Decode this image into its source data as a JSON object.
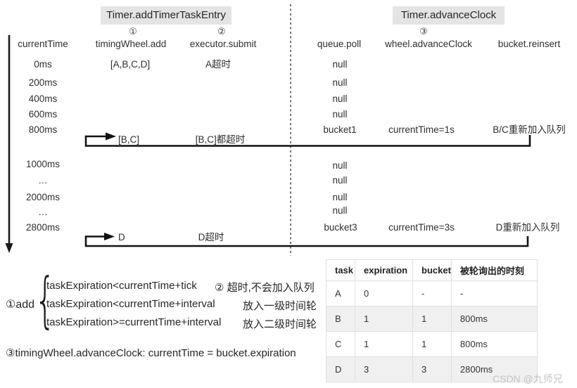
{
  "sections": {
    "add_timer_task_entry": {
      "title": "Timer.addTimerTaskEntry",
      "step1_badge": "①",
      "step2_badge": "②"
    },
    "advance_clock": {
      "title": "Timer.advanceClock",
      "step3_badge": "③"
    }
  },
  "columns": {
    "current_time": "currentTime",
    "timing_wheel_add": "timingWheel.add",
    "executor_submit": "executor.submit",
    "queue_poll": "queue.poll",
    "wheel_advance_clock": "wheel.advanceClock",
    "bucket_reinsert": "bucket.reinsert"
  },
  "timeline_rows": [
    {
      "time": "0ms",
      "add": "[A,B,C,D]",
      "submit": "A超时",
      "poll": "null"
    },
    {
      "time": "200ms",
      "poll": "null"
    },
    {
      "time": "400ms",
      "poll": "null"
    },
    {
      "time": "600ms",
      "poll": "null"
    },
    {
      "time": "800ms",
      "poll": "bucket1",
      "advance": "currentTime=1s",
      "reinsert": "B/C重新加入队列"
    },
    {
      "add": "[B,C]",
      "submit": "[B,C]都超时"
    },
    {
      "time": "1000ms",
      "poll": "null"
    },
    {
      "time": "…",
      "poll": "null"
    },
    {
      "time": "2000ms",
      "poll": "null"
    },
    {
      "time": "…",
      "poll": "null"
    },
    {
      "time": "2800ms",
      "poll": "bucket3",
      "advance": "currentTime=3s",
      "reinsert": "D重新加入队列"
    },
    {
      "add": "D",
      "submit": "D超时"
    }
  ],
  "notes": {
    "add_rule_label": "①add",
    "rules": [
      {
        "condition": "taskExpiration<currentTime+tick",
        "result": "② 超时,不会加入队列"
      },
      {
        "condition": "taskExpiration<currentTime+interval",
        "result": "放入一级时间轮"
      },
      {
        "condition": "taskExpiration>=currentTime+interval",
        "result": "放入二级时间轮"
      }
    ],
    "advance_clock_note": "③timingWheel.advanceClock: currentTime = bucket.expiration"
  },
  "task_table": {
    "headers": [
      "task",
      "expiration",
      "bucket",
      "被轮询出的时刻"
    ],
    "rows": [
      [
        "A",
        "0",
        "-",
        "-"
      ],
      [
        "B",
        "1",
        "1",
        "800ms"
      ],
      [
        "C",
        "1",
        "1",
        "800ms"
      ],
      [
        "D",
        "3",
        "3",
        "2800ms"
      ]
    ]
  },
  "watermark": "CSDN @九师兄",
  "colors": {
    "section_header_bg": "#e4e4e4",
    "table_alt_row_bg": "#f0f0f0",
    "table_border": "#e0e0e0",
    "text": "#2f2f2f",
    "line": "#1a1a1a",
    "watermark": "#c4c4c4"
  }
}
